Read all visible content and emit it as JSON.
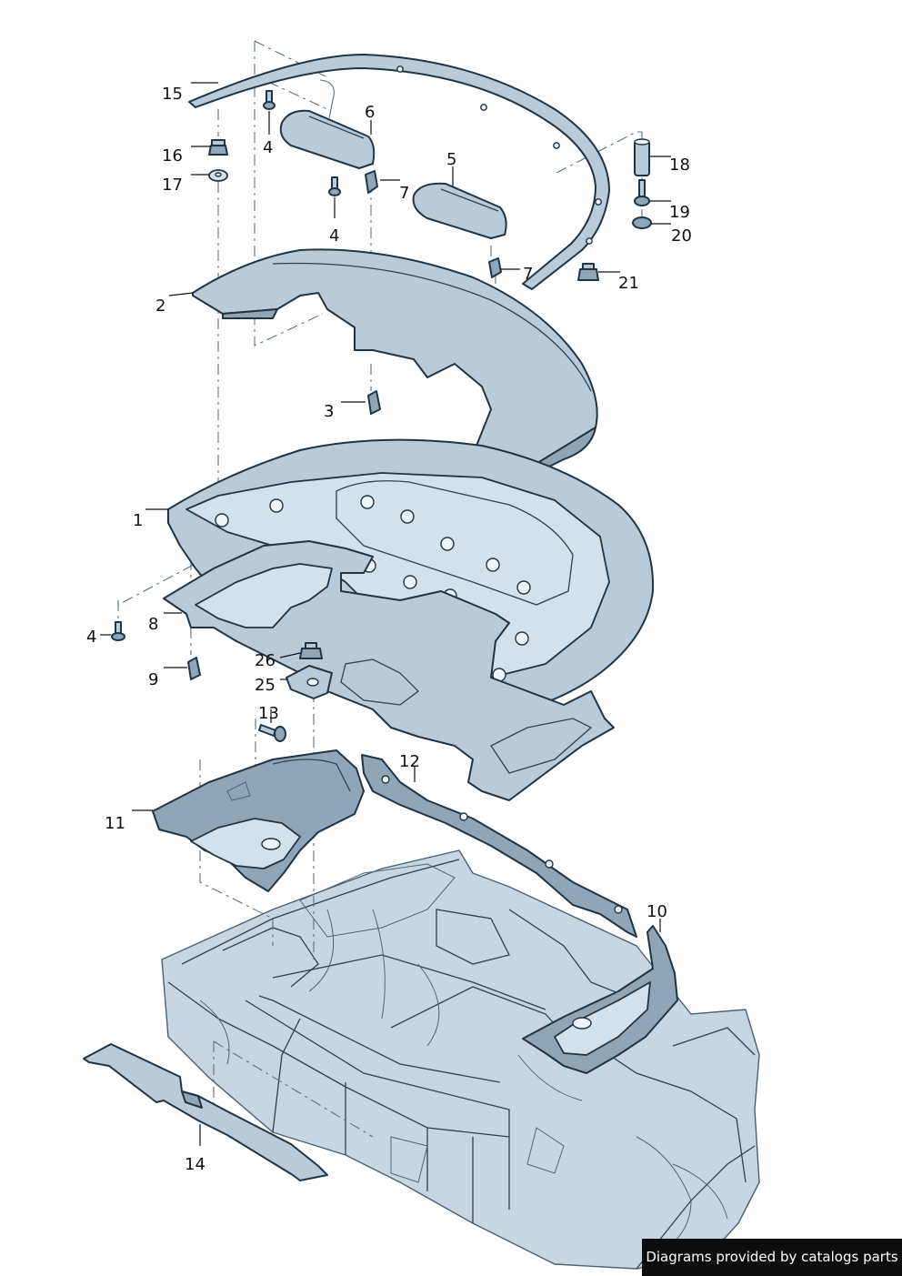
{
  "labels": {
    "p1": "1",
    "p2": "2",
    "p3": "3",
    "p4a": "4",
    "p4b": "4",
    "p4c": "4",
    "p5": "5",
    "p6": "6",
    "p7a": "7",
    "p7b": "7",
    "p8": "8",
    "p9": "9",
    "p10": "10",
    "p11": "11",
    "p12": "12",
    "p13": "13",
    "p14": "14",
    "p15": "15",
    "p16": "16",
    "p17": "17",
    "p18": "18",
    "p19": "19",
    "p20": "20",
    "p21": "21",
    "p25": "25",
    "p26": "26"
  },
  "footer": {
    "text": "Diagrams provided by catalogs parts"
  }
}
